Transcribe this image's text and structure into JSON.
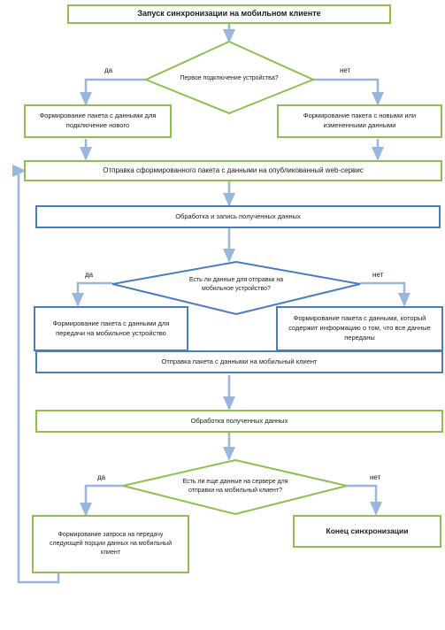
{
  "start": "Запуск синхронизации на мобильном клиенте",
  "decision_first": "Первое подключение устройства?",
  "first_yes": "да",
  "first_no": "нет",
  "pack_new": "Формирование пакета с данными для подключение нового",
  "pack_changed": "Формирование пакета с новыми или измененными данными",
  "send_webservice": "Отправка сформированного пакета с данными на опубликованный web-сервис",
  "process_write": "Обработка и запись полученных данных",
  "decision_send": "Есть ли данные для отправки на мобильное устройство?",
  "send_yes": "да",
  "send_no": "нет",
  "pack_transfer": "Формирование пакета с данными для передачи на мобильное устройство",
  "pack_all_sent": "Формирование пакета с данными, который содержит информацию о том, что все данные переданы",
  "send_client": "Отправка пакета с данными на мобильный клиент",
  "process_received": "Обработка полученных данных",
  "decision_more": "Есть ли еще данные на сервере для отправки на мобильный клиент?",
  "more_yes": "да",
  "more_no": "нет",
  "request_next": "Формирование запроса на передачу следующей порции данных на мобильный клиент",
  "end": "Конец синхронизации",
  "colors": {
    "green": "#8dc04e",
    "blue": "#4a7cc0",
    "arrow": "#9bb6dc"
  }
}
